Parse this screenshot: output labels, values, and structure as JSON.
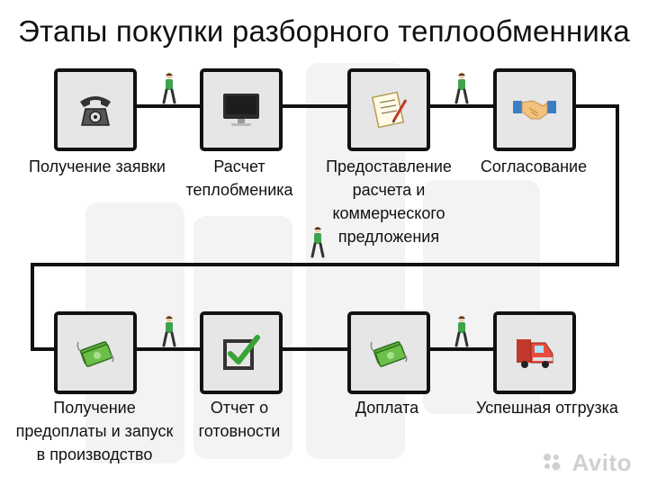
{
  "title": "Этапы покупки разборного теплообменника",
  "steps": [
    {
      "label": "Получение заявки",
      "icon": "telephone-icon"
    },
    {
      "label": "Расчет теплобменика",
      "icon": "monitor-icon"
    },
    {
      "label": "Предоставление расчета и коммерческого предложения",
      "icon": "document-icon"
    },
    {
      "label": "Согласование",
      "icon": "handshake-icon"
    },
    {
      "label": "Получение предоплаты и запуск в производство",
      "icon": "money-icon"
    },
    {
      "label": "Отчет о готовности",
      "icon": "checkbox-icon"
    },
    {
      "label": "Доплата",
      "icon": "money-icon"
    },
    {
      "label": "Успешная отгрузка",
      "icon": "truck-icon"
    }
  ],
  "watermark": "Avito",
  "colors": {
    "box_fill": "#e6e6e6",
    "line": "#111111",
    "walker_shirt": "#3fa34d"
  }
}
